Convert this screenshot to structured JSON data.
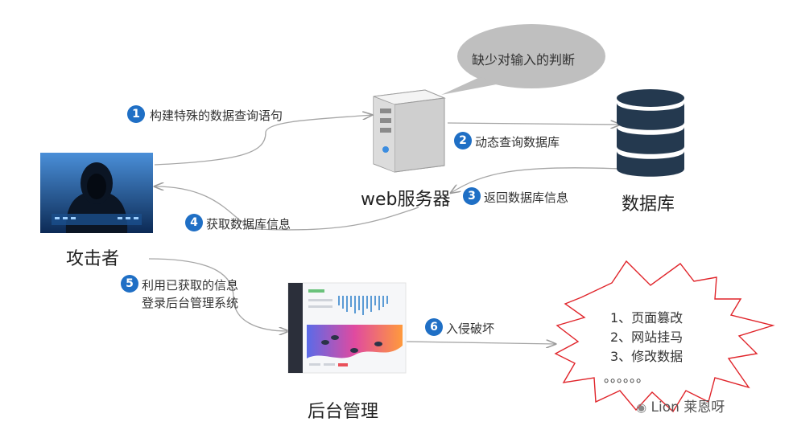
{
  "nodes": {
    "attacker": "攻击者",
    "web_server": "web服务器",
    "database": "数据库",
    "admin_backend": "后台管理"
  },
  "callout": "缺少对输入的判断",
  "steps": [
    {
      "num": "1",
      "text": "构建特殊的数据查询语句"
    },
    {
      "num": "2",
      "text": "动态查询数据库"
    },
    {
      "num": "3",
      "text": "返回数据库信息"
    },
    {
      "num": "4",
      "text": "获取数据库信息"
    },
    {
      "num": "5",
      "line1": "利用已获取的信息",
      "line2": "登录后台管理系统"
    },
    {
      "num": "6",
      "text": "入侵破坏"
    }
  ],
  "damage": [
    "1、页面篡改",
    "2、网站挂马",
    "3、修改数据",
    "。。。。。。"
  ],
  "watermark": "Lion 莱恩呀",
  "colors": {
    "badge": "#1f6fc5",
    "burst_stroke": "#e0242a",
    "db": "#24394f",
    "callout": "#bfbfbf",
    "arrow": "#a6a6a6"
  }
}
